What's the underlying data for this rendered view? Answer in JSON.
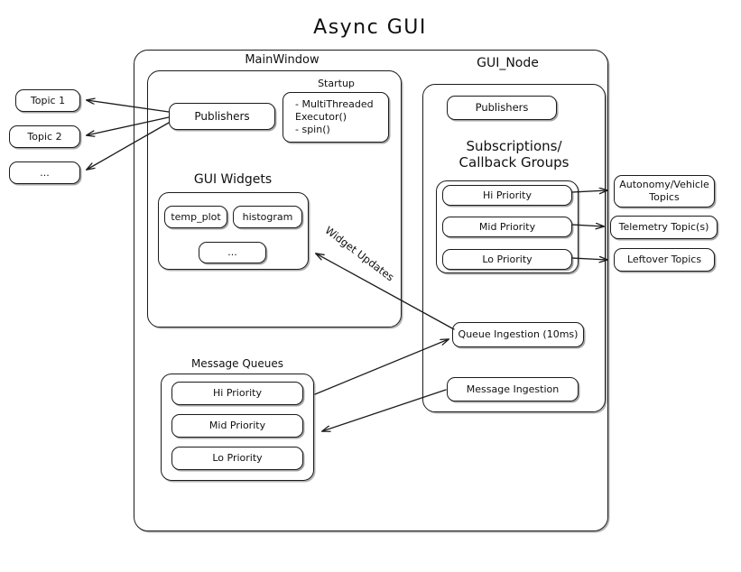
{
  "title": "Async GUI",
  "colors": {
    "stroke": "#1b1b1b",
    "text": "#101010",
    "background": "#ffffff"
  },
  "external_topics": {
    "left": [
      {
        "label": "Topic 1"
      },
      {
        "label": "Topic 2"
      },
      {
        "label": "..."
      }
    ],
    "right": [
      {
        "label": "Autonomy/Vehicle\nTopics"
      },
      {
        "label": "Telemetry Topic(s)"
      },
      {
        "label": "Leftover Topics"
      }
    ]
  },
  "main_window": {
    "label": "MainWindow",
    "publishers": {
      "label": "Publishers"
    },
    "startup": {
      "label": "Startup",
      "items": "- MultiThreaded\n  Executor()\n- spin()"
    },
    "gui_widgets": {
      "label": "GUI Widgets",
      "widgets": [
        {
          "label": "temp_plot"
        },
        {
          "label": "histogram"
        },
        {
          "label": "..."
        }
      ]
    },
    "message_queues": {
      "label": "Message Queues",
      "queues": [
        {
          "label": "Hi Priority"
        },
        {
          "label": "Mid Priority"
        },
        {
          "label": "Lo Priority"
        }
      ]
    }
  },
  "gui_node": {
    "label": "GUI_Node",
    "publishers": {
      "label": "Publishers"
    },
    "subscriptions": {
      "label": "Subscriptions/\nCallback Groups",
      "groups": [
        {
          "label": "Hi Priority"
        },
        {
          "label": "Mid Priority"
        },
        {
          "label": "Lo Priority"
        }
      ]
    },
    "queue_ingestion": {
      "label": "Queue Ingestion (10ms)"
    },
    "message_ingestion": {
      "label": "Message Ingestion"
    }
  },
  "edges": {
    "widget_updates": {
      "label": "Widget Updates"
    }
  }
}
